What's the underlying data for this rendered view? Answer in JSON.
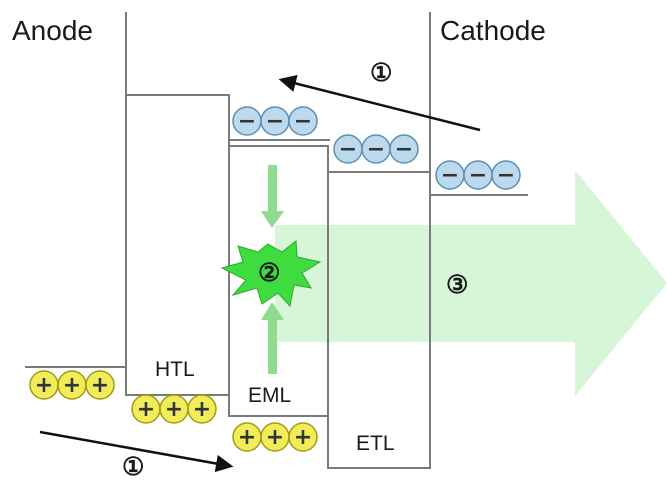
{
  "labels": {
    "anode": "Anode",
    "cathode": "Cathode",
    "htl": "HTL",
    "eml": "EML",
    "etl": "ETL"
  },
  "steps": {
    "injection": "①",
    "recombination": "②",
    "emission": "③"
  },
  "charges": {
    "electron_sign": "−",
    "hole_sign": "+",
    "per_group": 3
  },
  "colors": {
    "electron_fill": "#bcd9ee",
    "electron_stroke": "#5a8fb5",
    "hole_fill": "#f3ec5a",
    "hole_stroke": "#a39a14",
    "level_line": "#7a7a7a",
    "emission_arrow": "#c9f2c9",
    "transport_arrow": "#8fdc8f",
    "recombination_burst": "#3fdc3f"
  }
}
